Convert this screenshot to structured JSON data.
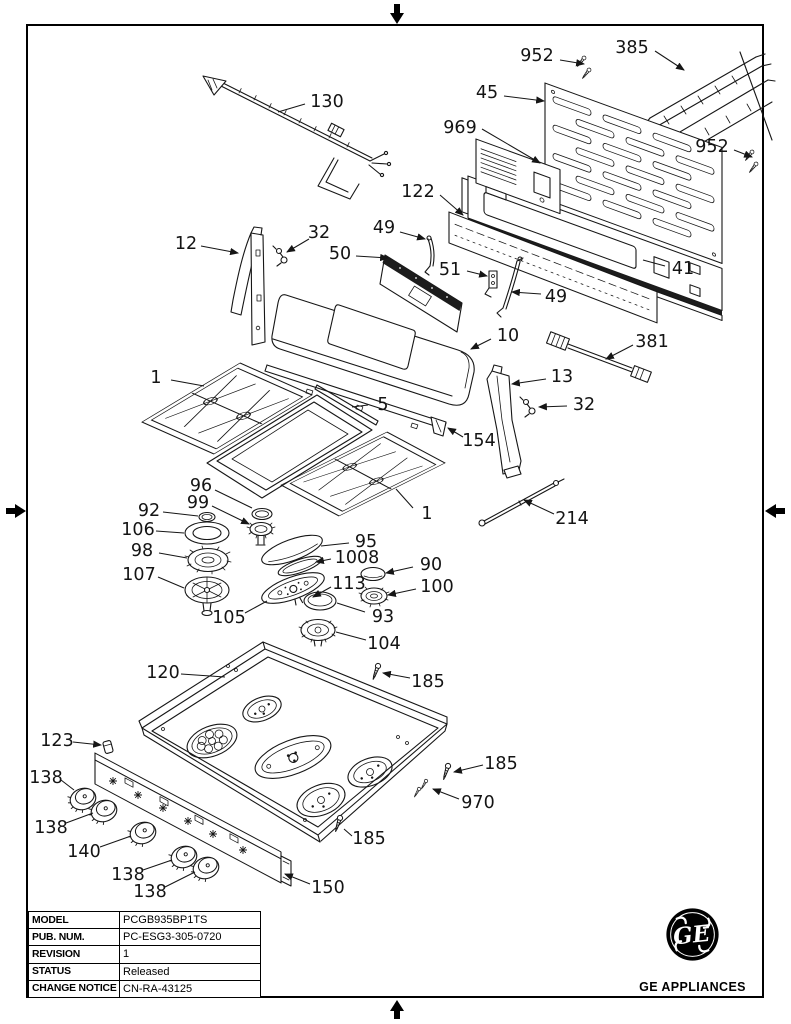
{
  "document": {
    "kind": "exploded-parts-diagram"
  },
  "callouts": [
    {
      "label": "130"
    },
    {
      "label": "952"
    },
    {
      "label": "385"
    },
    {
      "label": "45"
    },
    {
      "label": "969"
    },
    {
      "label": "952"
    },
    {
      "label": "122"
    },
    {
      "label": "12"
    },
    {
      "label": "32"
    },
    {
      "label": "49"
    },
    {
      "label": "50"
    },
    {
      "label": "51"
    },
    {
      "label": "49"
    },
    {
      "label": "41"
    },
    {
      "label": "10"
    },
    {
      "label": "381"
    },
    {
      "label": "13"
    },
    {
      "label": "32"
    },
    {
      "label": "154"
    },
    {
      "label": "214"
    },
    {
      "label": "1"
    },
    {
      "label": "5"
    },
    {
      "label": "1"
    },
    {
      "label": "96"
    },
    {
      "label": "99"
    },
    {
      "label": "92"
    },
    {
      "label": "106"
    },
    {
      "label": "98"
    },
    {
      "label": "107"
    },
    {
      "label": "105"
    },
    {
      "label": "95"
    },
    {
      "label": "1008"
    },
    {
      "label": "113"
    },
    {
      "label": "90"
    },
    {
      "label": "100"
    },
    {
      "label": "93"
    },
    {
      "label": "104"
    },
    {
      "label": "120"
    },
    {
      "label": "185"
    },
    {
      "label": "185"
    },
    {
      "label": "970"
    },
    {
      "label": "185"
    },
    {
      "label": "123"
    },
    {
      "label": "138"
    },
    {
      "label": "138"
    },
    {
      "label": "140"
    },
    {
      "label": "138"
    },
    {
      "label": "138"
    },
    {
      "label": "150"
    }
  ],
  "info_table": {
    "rows": [
      {
        "label": "MODEL",
        "value": "PCGB935BP1TS"
      },
      {
        "label": "PUB. NUM.",
        "value": "PC-ESG3-305-0720"
      },
      {
        "label": "REVISION",
        "value": "1"
      },
      {
        "label": "STATUS",
        "value": "Released"
      },
      {
        "label": "CHANGE NOTICE",
        "value": "CN-RA-43125"
      }
    ]
  },
  "branding": {
    "monogram": "GE",
    "name": "GE APPLIANCES"
  }
}
